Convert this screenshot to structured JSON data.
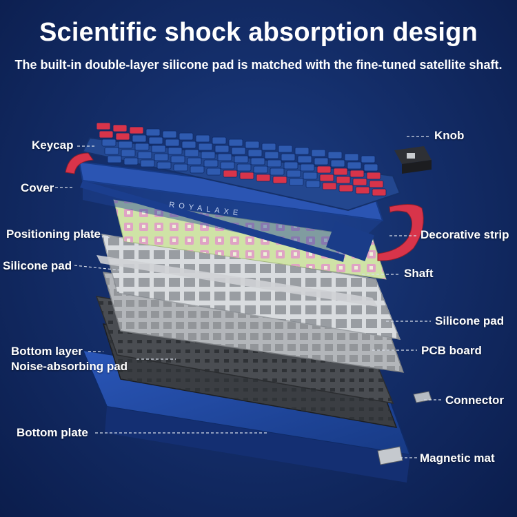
{
  "header": {
    "title": "Scientific shock absorption design",
    "subtitle": "The built-in double-layer silicone pad is matched with the fine-tuned satellite shaft."
  },
  "product": {
    "brand_text": "ROYALAXE",
    "keycap_colors": {
      "blue": "#2f5bb0",
      "red": "#d8344a"
    }
  },
  "labels": {
    "keycap": "Keycap",
    "cover": "Cover",
    "positioning_plate": "Positioning plate",
    "silicone_pad_left": "Silicone pad",
    "bottom_layer": "Bottom layer",
    "noise_absorbing_pad": "Noise-absorbing pad",
    "bottom_plate": "Bottom plate",
    "knob": "Knob",
    "decorative_strip": "Decorative strip",
    "shaft": "Shaft",
    "silicone_pad_right": "Silicone pad",
    "pcb_board": "PCB board",
    "connector": "Connector",
    "magnetic_mat": "Magnetic mat"
  }
}
